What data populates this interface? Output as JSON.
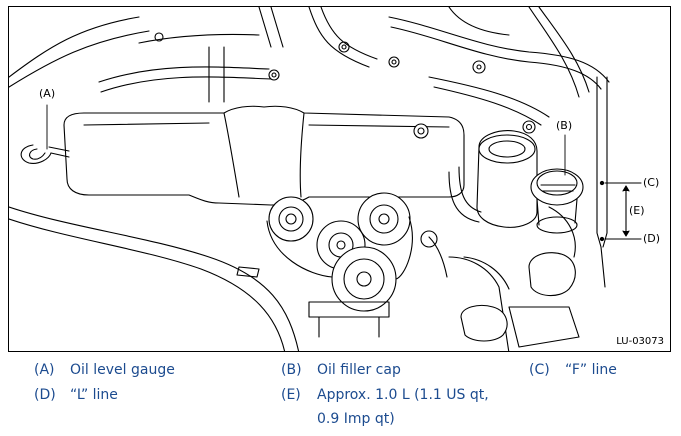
{
  "figure": {
    "callouts": {
      "a": "(A)",
      "b": "(B)",
      "c": "(C)",
      "d": "(D)",
      "e": "(E)"
    },
    "figure_code": "LU-03073",
    "line_color": "#000000"
  },
  "legend": {
    "text_color": "#1c4b8f",
    "items": [
      {
        "key": "(A)",
        "text": "Oil level gauge"
      },
      {
        "key": "(B)",
        "text": "Oil filler cap"
      },
      {
        "key": "(C)",
        "text": "“F” line"
      },
      {
        "key": "(D)",
        "text": "“L” line"
      },
      {
        "key": "(E)",
        "text": "Approx. 1.0 L (1.1 US qt,"
      },
      {
        "key": "",
        "text": "0.9 Imp qt)"
      }
    ]
  }
}
